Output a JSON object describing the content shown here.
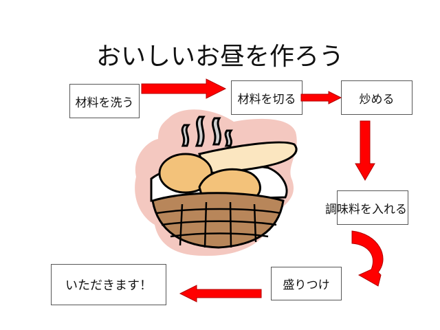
{
  "slide": {
    "title": "おいしいお昼を作ろう"
  },
  "steps": [
    {
      "label": "材料を洗う"
    },
    {
      "label": "材料を切る"
    },
    {
      "label": "炒める"
    },
    {
      "label": "調味料を入れる"
    },
    {
      "label": "盛りつけ"
    },
    {
      "label": "いただきます！"
    }
  ],
  "colors": {
    "arrow": "#ff0000",
    "halo": "#f4c8c0",
    "basket": "#b8865a",
    "bread": "#f3c27a",
    "baguette": "#fbe6c0",
    "steam": "#cfcfcf"
  },
  "illustration": {
    "icon": "bread-basket-icon"
  }
}
